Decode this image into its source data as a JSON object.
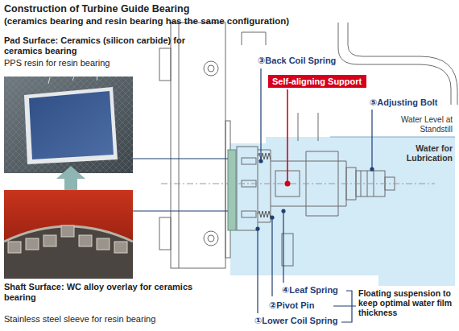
{
  "diagram": {
    "title": "Construction of Turbine Guide Bearing",
    "nodes": [
      {
        "text": [
          "Self-aligning Support"
        ]
      }
    ],
    "labels": [
      "(ceramics bearing and resin bearing has the same configuration)",
      "Pad Surface: Ceramics (silicon carbide) for ceramics bearing",
      "PPS resin for resin bearing",
      "③Back Coil Spring",
      "⑤Adjusting Bolt",
      "Water Level at Standstill",
      "Water for Lubrication",
      "④Leaf Spring",
      "②Pivot Pin",
      "①Lower Coil Spring",
      "Floating suspension to keep optimal water film thickness",
      "Shaft Surface: WC alloy overlay for ceramics bearing",
      "Stainless steel sleeve for resin bearing"
    ]
  }
}
